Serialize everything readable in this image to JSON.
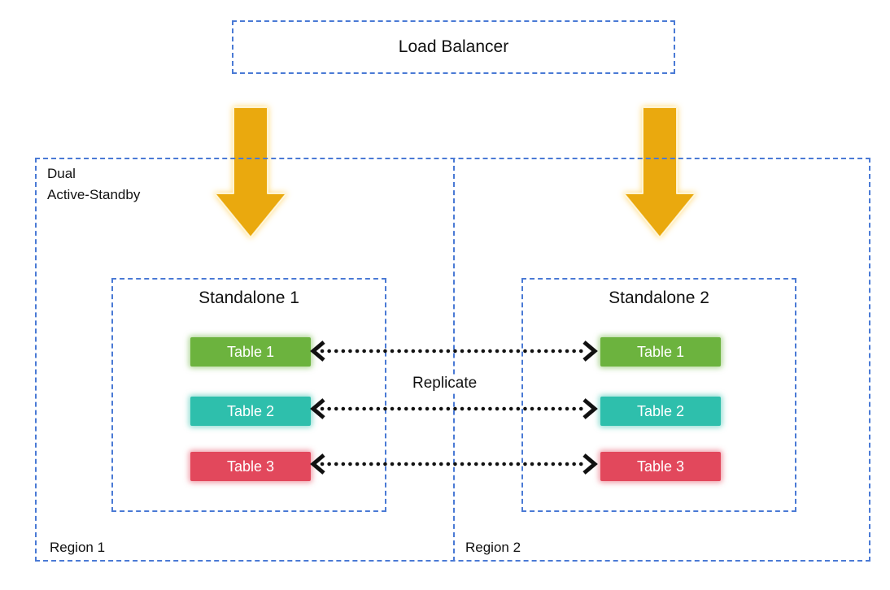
{
  "load_balancer": {
    "label": "Load Balancer"
  },
  "cluster": {
    "label": "Dual\nActive-Standby",
    "replicate_label": "Replicate",
    "regions": [
      {
        "label": "Region 1",
        "standalone": {
          "title": "Standalone 1",
          "tables": [
            "Table 1",
            "Table 2",
            "Table 3"
          ]
        }
      },
      {
        "label": "Region 2",
        "standalone": {
          "title": "Standalone 2",
          "tables": [
            "Table 1",
            "Table 2",
            "Table 3"
          ]
        }
      }
    ]
  },
  "colors": {
    "border_blue": "#4a7ad5",
    "arrow_gold": "#eaa90e",
    "table1_green": "#6cb33e",
    "table2_teal": "#2ebfac",
    "table3_red": "#e2485c",
    "connector_black": "#111111"
  }
}
